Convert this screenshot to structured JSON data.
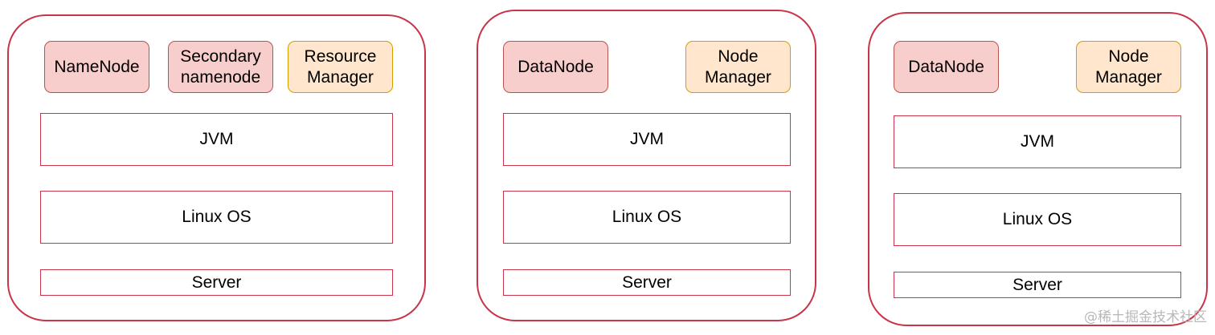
{
  "nodes": [
    {
      "components": [
        {
          "label": "NameNode",
          "kind": "hdfs"
        },
        {
          "label": "Secondary\nnamenode",
          "kind": "hdfs"
        },
        {
          "label": "Resource\nManager",
          "kind": "yarn"
        }
      ],
      "layers": [
        "JVM",
        "Linux OS",
        "Server"
      ]
    },
    {
      "components": [
        {
          "label": "DataNode",
          "kind": "hdfs"
        },
        {
          "label": "Node\nManager",
          "kind": "yarn"
        }
      ],
      "layers": [
        "JVM",
        "Linux OS",
        "Server"
      ]
    },
    {
      "components": [
        {
          "label": "DataNode",
          "kind": "hdfs"
        },
        {
          "label": "Node\nManager",
          "kind": "yarn"
        }
      ],
      "layers": [
        "JVM",
        "Linux OS",
        "Server"
      ]
    }
  ],
  "watermark": "@稀土掘金技术社区",
  "colors": {
    "server_border": "#c9344a",
    "hdfs_fill": "#f8cecc",
    "hdfs_border": "#b85450",
    "yarn_fill": "#ffe6cc",
    "yarn_border": "#d79b00"
  }
}
